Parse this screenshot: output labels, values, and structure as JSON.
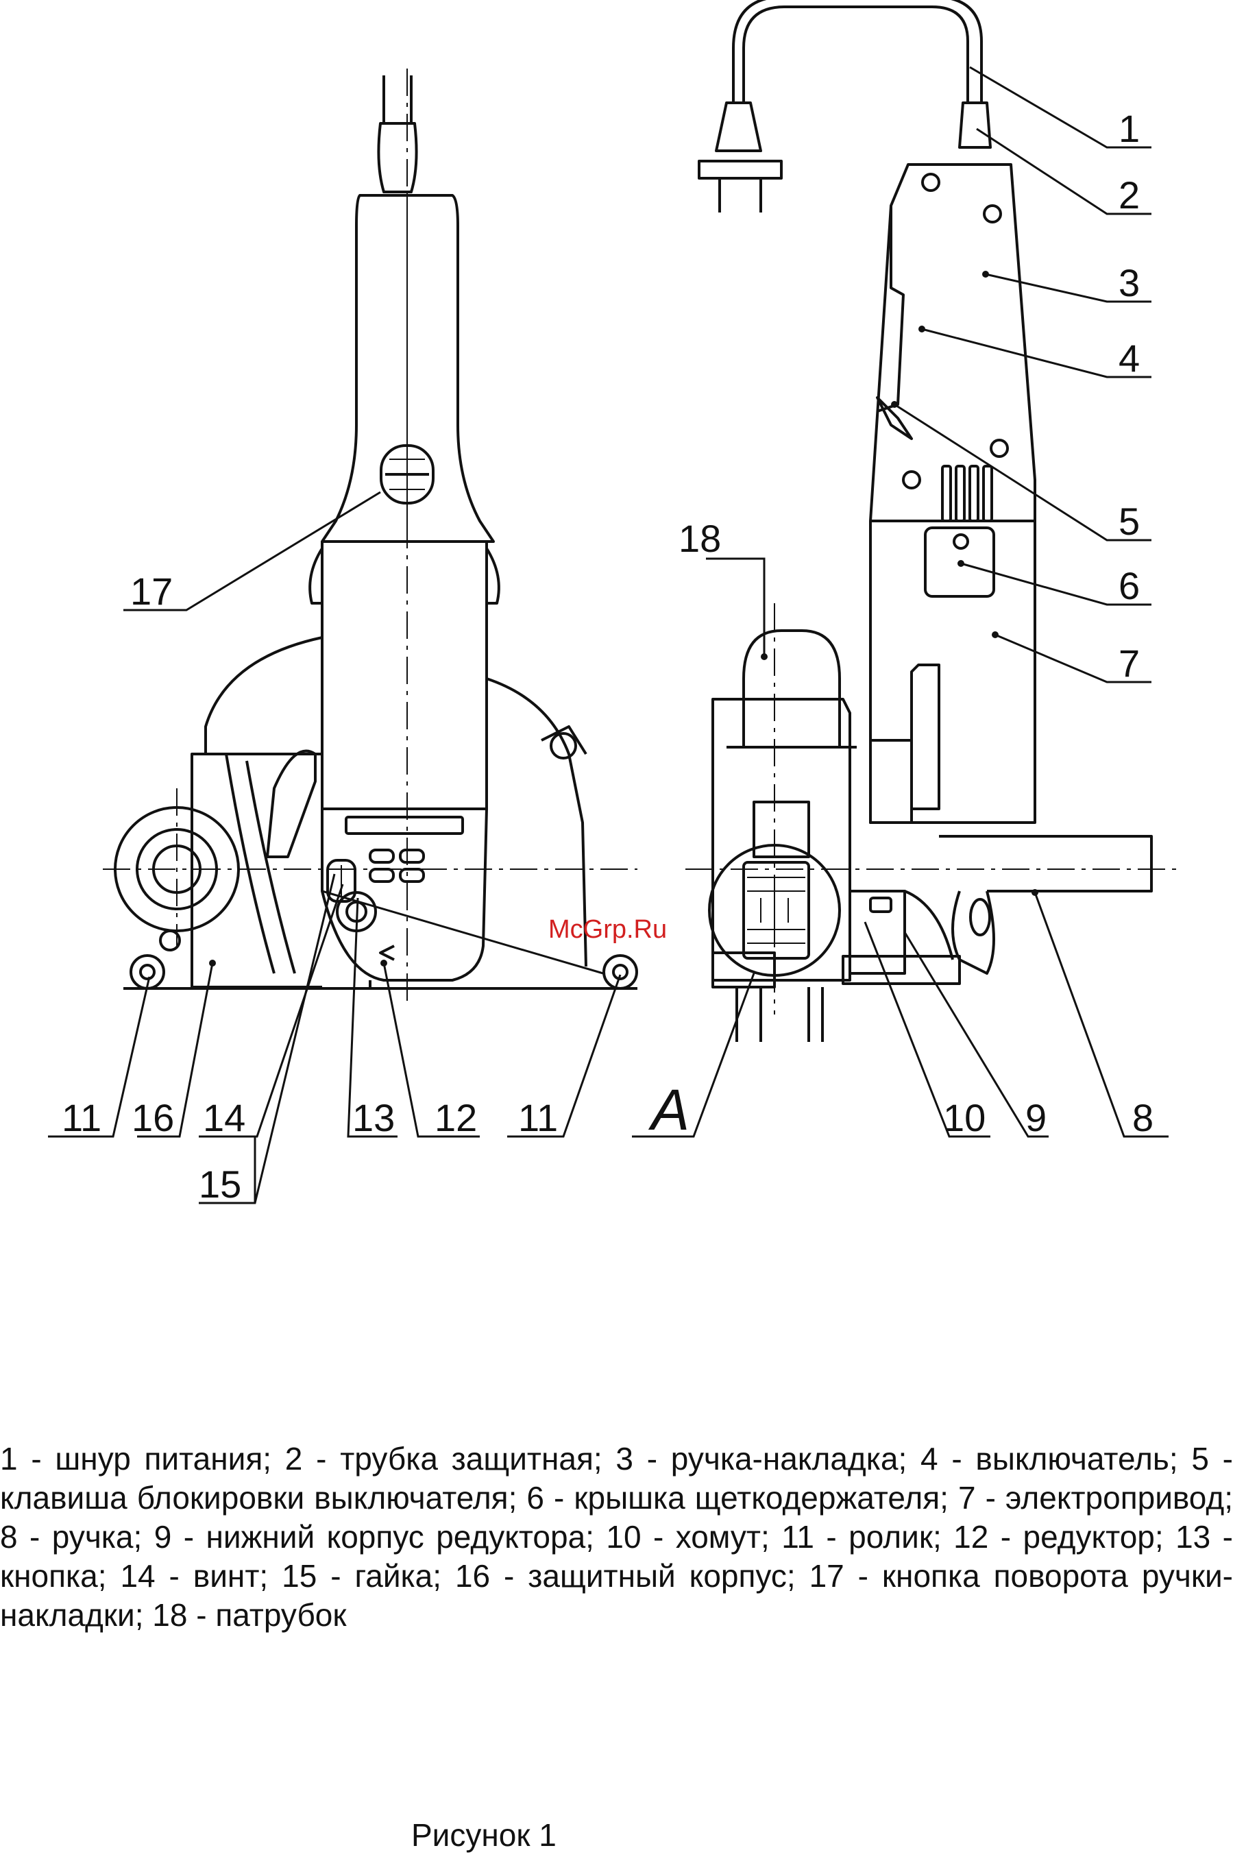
{
  "labels": {
    "n1": "1",
    "n2": "2",
    "n3": "3",
    "n4": "4",
    "n5": "5",
    "n6": "6",
    "n7": "7",
    "n8": "8",
    "n9": "9",
    "n10": "10",
    "n11a": "11",
    "n11b": "11",
    "n12": "12",
    "n13": "13",
    "n14": "14",
    "n15": "15",
    "n16": "16",
    "n17": "17",
    "n18": "18",
    "view_a": "A"
  },
  "watermark": "McGrp.Ru",
  "legend": "1 - шнур питания; 2 - трубка защитная; 3 - ручка-накладка; 4 - выключатель; 5 - клавиша блокировки выключателя; 6 - крышка щеткодержателя; 7 - электропривод; 8 - ручка; 9 - нижний корпус редуктора; 10 - хомут; 11 - ролик; 12 - редуктор; 13 - кнопка; 14 - винт; 15 - гайка; 16 - защитный корпус; 17 - кнопка поворота ручки-накладки; 18 - патрубок",
  "caption": "Рисунок 1",
  "colors": {
    "line": "#111111",
    "watermark": "#d21f1f",
    "background": "#ffffff"
  }
}
